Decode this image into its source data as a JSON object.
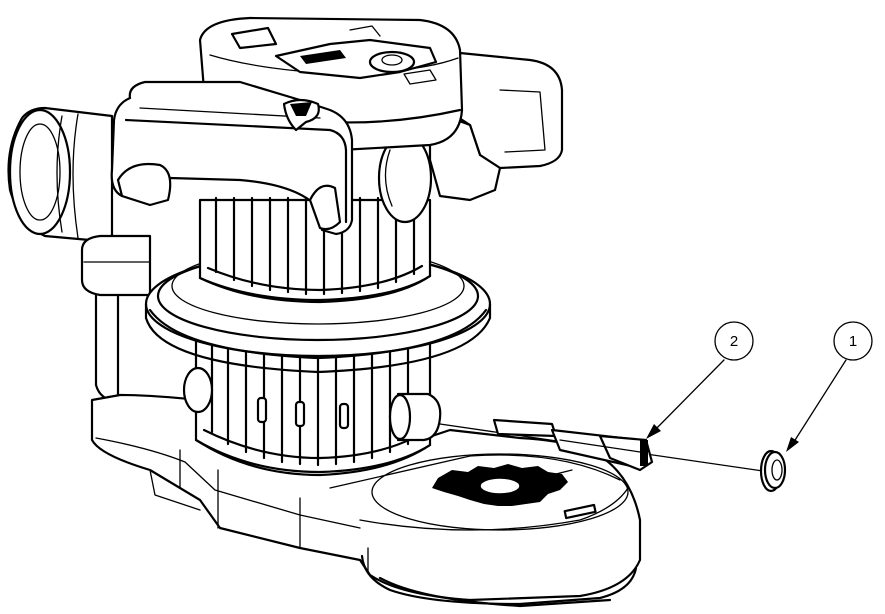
{
  "callouts": [
    {
      "number": "1",
      "part": "part-1"
    },
    {
      "number": "2",
      "part": "part-2"
    }
  ],
  "colors": {
    "line": "#000000",
    "background": "#ffffff"
  }
}
